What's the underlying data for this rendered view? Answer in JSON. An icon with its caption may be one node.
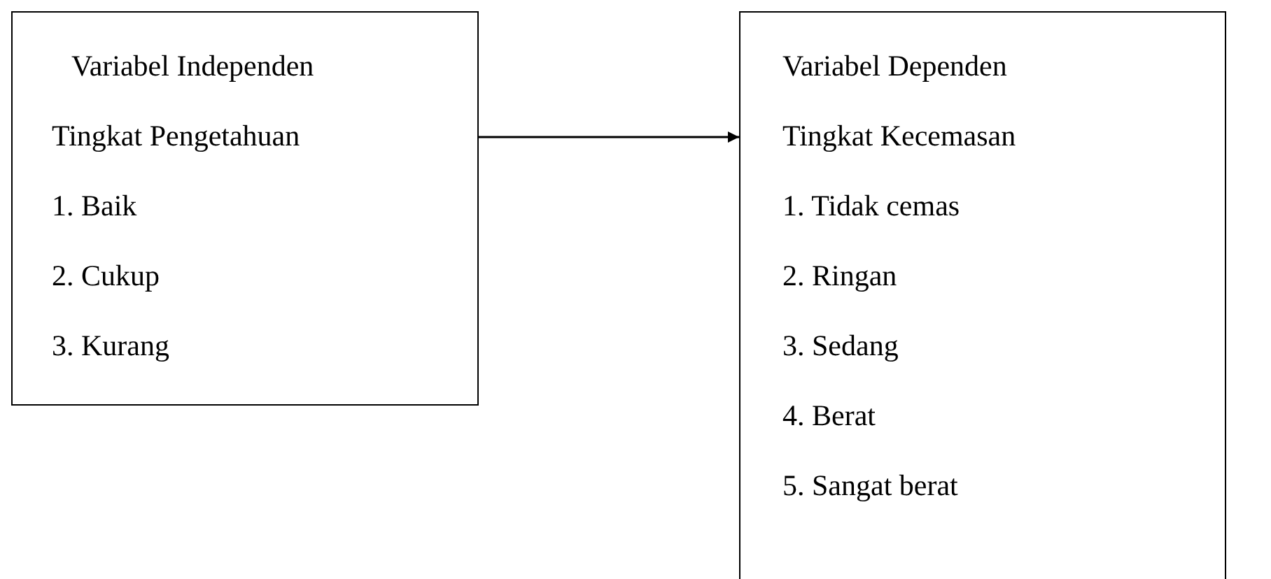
{
  "diagram": {
    "nodes": [
      {
        "text": [
          "Variabel Independen",
          "Tingkat Pengetahuan",
          "1. Baik",
          "2. Cukup",
          "3. Kurang"
        ]
      },
      {
        "text": [
          "Variabel Dependen",
          "Tingkat Kecemasan",
          "1. Tidak cemas",
          "2. Ringan",
          "3. Sedang",
          "4. Berat",
          "5. Sangat berat"
        ]
      }
    ],
    "edges": [
      {
        "from": 0,
        "to": 1,
        "arrow": "to"
      }
    ]
  }
}
